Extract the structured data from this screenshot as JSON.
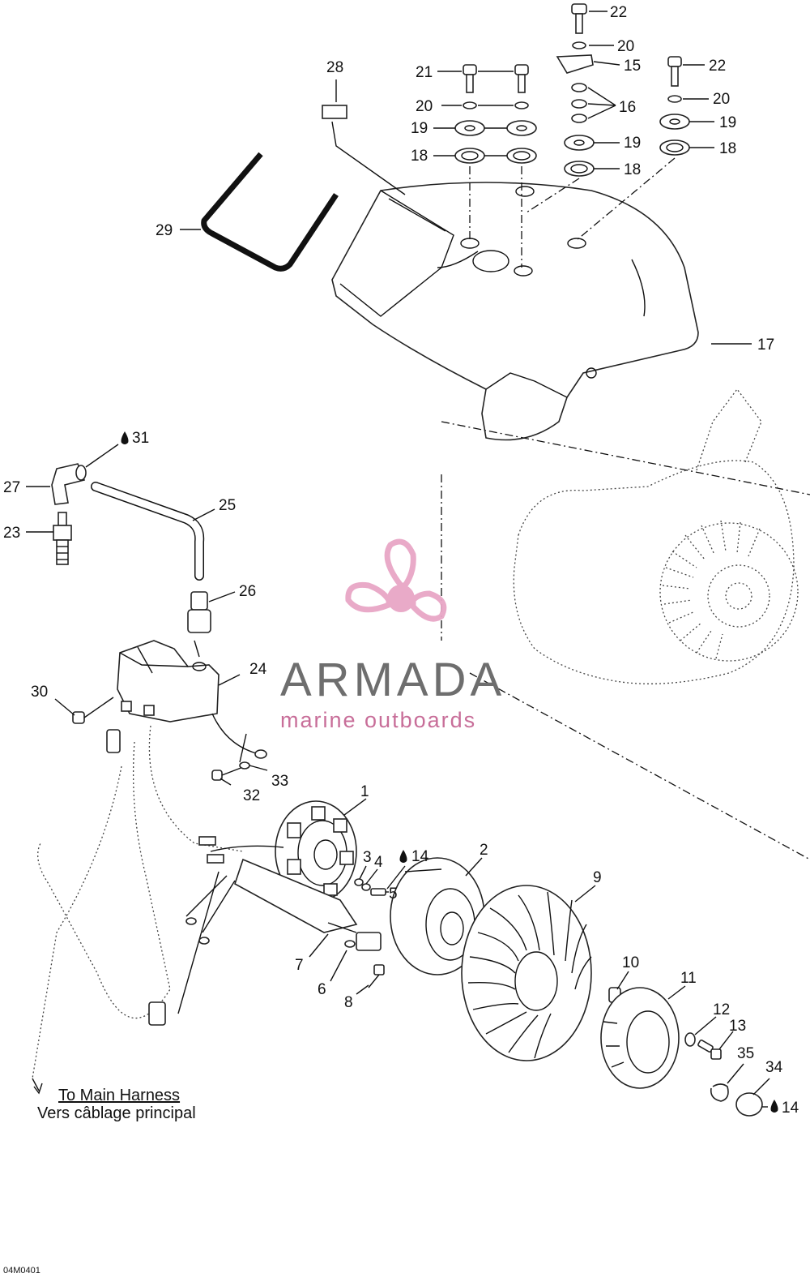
{
  "diagram": {
    "doc_id": "04M0401",
    "harness_note": {
      "english": "To Main Harness",
      "french": "Vers câblage principal"
    },
    "callouts": [
      {
        "id": "c1",
        "text": "1"
      },
      {
        "id": "c2",
        "text": "2"
      },
      {
        "id": "c3",
        "text": "3"
      },
      {
        "id": "c4",
        "text": "4"
      },
      {
        "id": "c5",
        "text": "5"
      },
      {
        "id": "c6",
        "text": "6"
      },
      {
        "id": "c7",
        "text": "7"
      },
      {
        "id": "c8",
        "text": "8"
      },
      {
        "id": "c9",
        "text": "9"
      },
      {
        "id": "c10",
        "text": "10"
      },
      {
        "id": "c11",
        "text": "11"
      },
      {
        "id": "c12",
        "text": "12"
      },
      {
        "id": "c13",
        "text": "13"
      },
      {
        "id": "c14a",
        "text": "14"
      },
      {
        "id": "c14b",
        "text": "14"
      },
      {
        "id": "c15",
        "text": "15"
      },
      {
        "id": "c16",
        "text": "16"
      },
      {
        "id": "c17",
        "text": "17"
      },
      {
        "id": "c18a",
        "text": "18"
      },
      {
        "id": "c18b",
        "text": "18"
      },
      {
        "id": "c18c",
        "text": "18"
      },
      {
        "id": "c19a",
        "text": "19"
      },
      {
        "id": "c19b",
        "text": "19"
      },
      {
        "id": "c19c",
        "text": "19"
      },
      {
        "id": "c20a",
        "text": "20"
      },
      {
        "id": "c20b",
        "text": "20"
      },
      {
        "id": "c20c",
        "text": "20"
      },
      {
        "id": "c21",
        "text": "21"
      },
      {
        "id": "c22a",
        "text": "22"
      },
      {
        "id": "c22b",
        "text": "22"
      },
      {
        "id": "c23",
        "text": "23"
      },
      {
        "id": "c24",
        "text": "24"
      },
      {
        "id": "c25",
        "text": "25"
      },
      {
        "id": "c26",
        "text": "26"
      },
      {
        "id": "c27",
        "text": "27"
      },
      {
        "id": "c28",
        "text": "28"
      },
      {
        "id": "c29",
        "text": "29"
      },
      {
        "id": "c30",
        "text": "30"
      },
      {
        "id": "c31",
        "text": "31"
      },
      {
        "id": "c32",
        "text": "32"
      },
      {
        "id": "c33",
        "text": "33"
      },
      {
        "id": "c34",
        "text": "34"
      },
      {
        "id": "c35",
        "text": "35"
      }
    ]
  },
  "watermark": {
    "brand": "ARMADA",
    "tagline": "marine outboards",
    "colors": {
      "logo": "#e8a6c6",
      "text": "#6e6e6e",
      "tagline": "#c86e99"
    }
  }
}
